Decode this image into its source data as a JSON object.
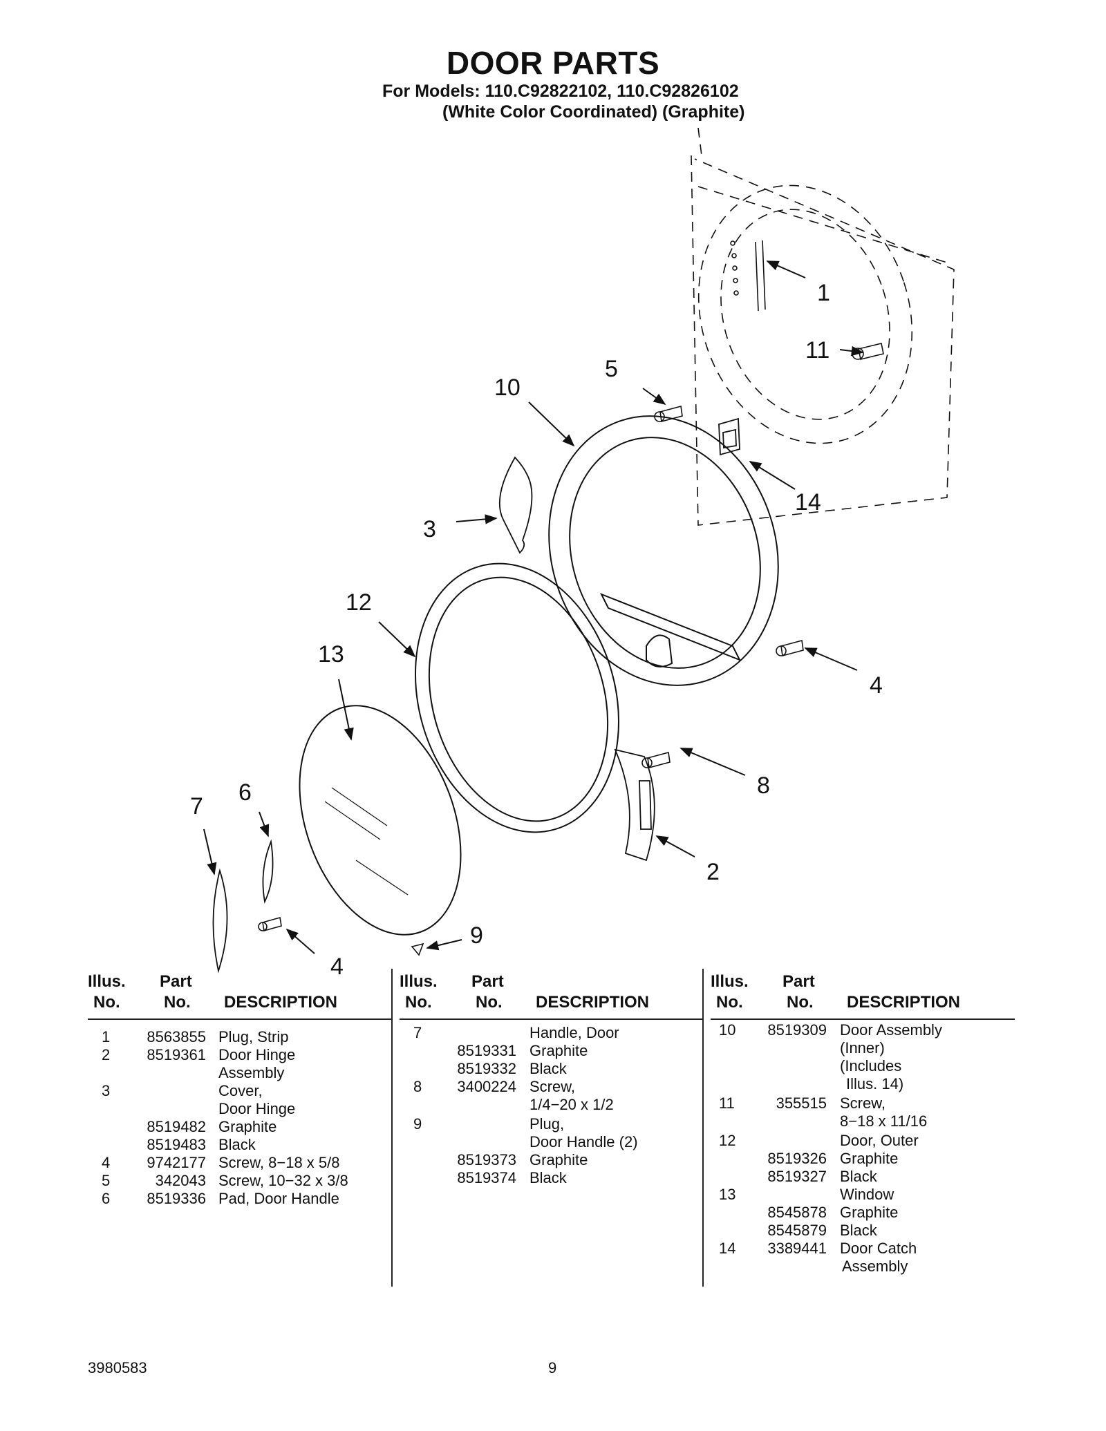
{
  "header": {
    "title": "DOOR PARTS",
    "models": "For Models: 110.C92822102, 110.C92826102",
    "colors": "(White Color Coordinated) (Graphite)"
  },
  "callouts": [
    "1",
    "11",
    "5",
    "10",
    "14",
    "3",
    "12",
    "13",
    "4",
    "8",
    "7",
    "6",
    "2",
    "9",
    "4"
  ],
  "table": {
    "h_illus": "Illus.",
    "h_no": "No.",
    "h_part": "Part",
    "h_desc": "DESCRIPTION",
    "col1": [
      [
        "1",
        "8563855",
        "Plug, Strip"
      ],
      [
        "2",
        "8519361",
        "Door Hinge"
      ],
      [
        "",
        "",
        "Assembly"
      ],
      [
        "3",
        "",
        "Cover,"
      ],
      [
        "",
        "",
        "Door Hinge"
      ],
      [
        "",
        "8519482",
        "Graphite"
      ],
      [
        "",
        "8519483",
        "Black"
      ],
      [
        "4",
        "9742177",
        "Screw, 8−18 x 5/8"
      ],
      [
        "5",
        "342043",
        "Screw, 10−32 x 3/8"
      ],
      [
        "6",
        "8519336",
        "Pad, Door Handle"
      ]
    ],
    "col2": [
      [
        "7",
        "",
        "Handle, Door"
      ],
      [
        "",
        "8519331",
        "Graphite"
      ],
      [
        "",
        "8519332",
        "Black"
      ],
      [
        "8",
        "3400224",
        "Screw,"
      ],
      [
        "",
        "",
        "1/4−20 x 1/2"
      ],
      [
        "9",
        "",
        "Plug,"
      ],
      [
        "",
        "",
        "Door Handle (2)"
      ],
      [
        "",
        "8519373",
        "Graphite"
      ],
      [
        "",
        "8519374",
        "Black"
      ]
    ],
    "col3": [
      [
        "10",
        "8519309",
        "Door Assembly"
      ],
      [
        "",
        "",
        "(Inner)"
      ],
      [
        "",
        "",
        "(Includes"
      ],
      [
        "",
        "",
        "Illus. 14)"
      ],
      [
        "11",
        "355515",
        "Screw,"
      ],
      [
        "",
        "",
        "8−18 x 11/16"
      ],
      [
        "12",
        "",
        "Door, Outer"
      ],
      [
        "",
        "8519326",
        "Graphite"
      ],
      [
        "",
        "8519327",
        "Black"
      ],
      [
        "13",
        "",
        "Window"
      ],
      [
        "",
        "8545878",
        "Graphite"
      ],
      [
        "",
        "8545879",
        "Black"
      ],
      [
        "14",
        "3389441",
        "Door Catch"
      ],
      [
        "",
        "",
        "Assembly"
      ]
    ]
  },
  "footer": {
    "doc_number": "3980583",
    "page_number": "9"
  }
}
